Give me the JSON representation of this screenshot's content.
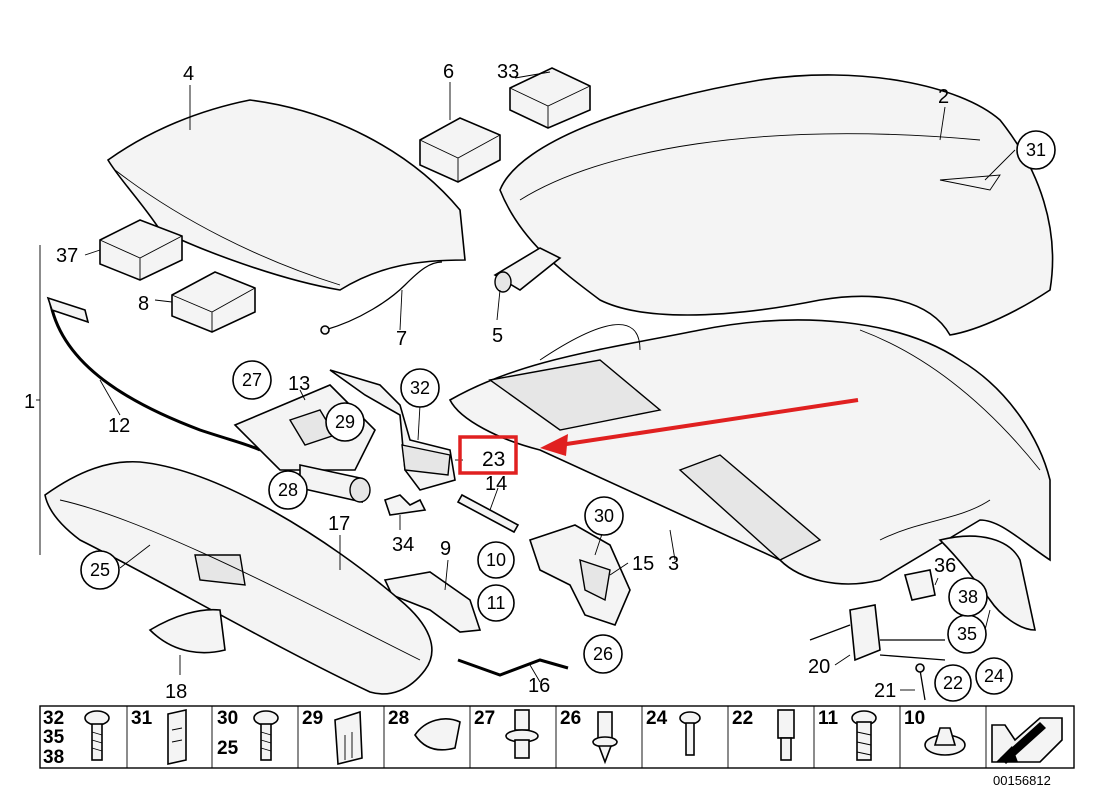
{
  "callouts": {
    "l1": "1",
    "l2": "2",
    "l3": "3",
    "l4": "4",
    "l5": "5",
    "l6": "6",
    "l7": "7",
    "l8": "8",
    "l9": "9",
    "l12": "12",
    "l13": "13",
    "l14": "14",
    "l15": "15",
    "l16": "16",
    "l17": "17",
    "l18": "18",
    "l20": "20",
    "l21": "21",
    "l23": "23",
    "l33": "33",
    "l34": "34",
    "l36": "36",
    "l37": "37"
  },
  "circled": {
    "c10": "10",
    "c11": "11",
    "c22": "22",
    "c24": "24",
    "c25": "25",
    "c26": "26",
    "c27": "27",
    "c28": "28",
    "c29": "29",
    "c30": "30",
    "c31": "31",
    "c32": "32",
    "c35": "35",
    "c38": "38"
  },
  "legend": {
    "cell1": [
      "32",
      "35",
      "38"
    ],
    "cell2": "31",
    "cell3": [
      "30",
      "25"
    ],
    "cell4": "29",
    "cell5": "28",
    "cell6": "27",
    "cell7": "26",
    "cell8": "24",
    "cell9": "22",
    "cell10": "11",
    "cell11": "10"
  },
  "highlight": {
    "label": "23",
    "color": "#e02020"
  },
  "doc_number": "00156812"
}
